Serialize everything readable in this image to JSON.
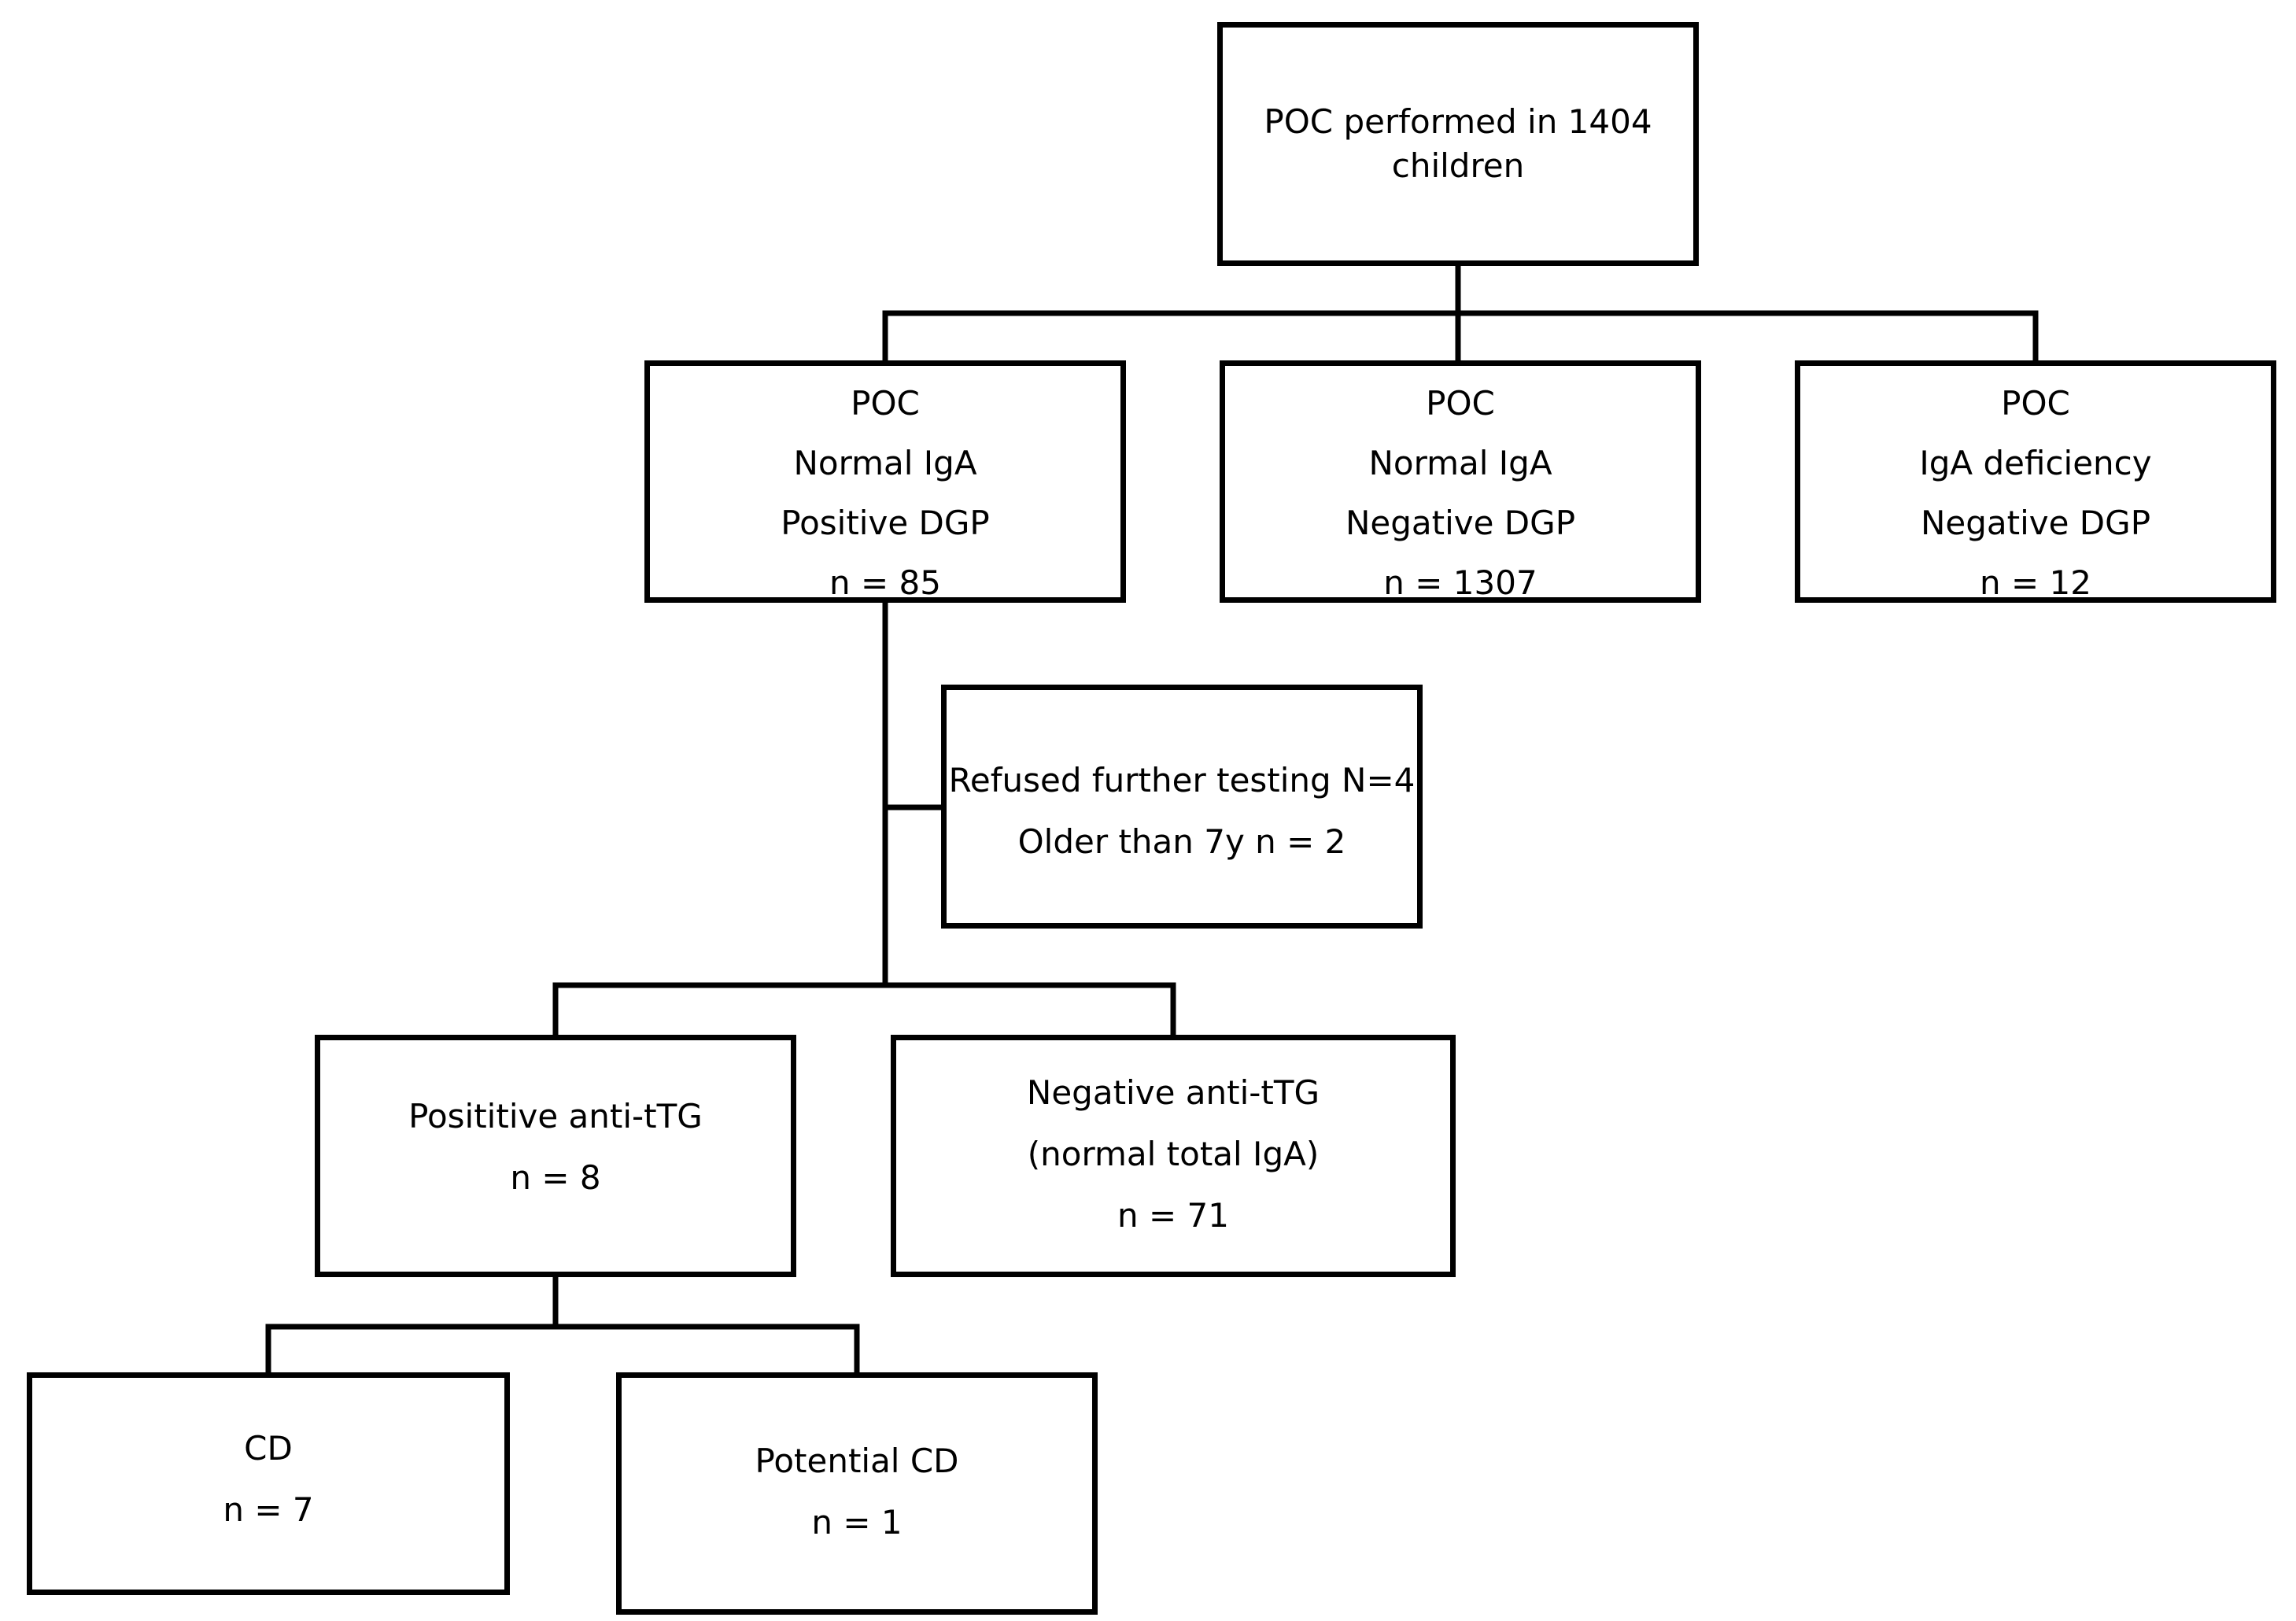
{
  "flowchart": {
    "root": {
      "lines": [
        "POC performed in 1404",
        "children"
      ]
    },
    "level2": [
      {
        "lines": [
          "POC",
          "Normal IgA",
          "Positive DGP",
          "n = 85"
        ]
      },
      {
        "lines": [
          "POC",
          "Normal IgA",
          "Negative DGP",
          "n = 1307"
        ]
      },
      {
        "lines": [
          "POC",
          "IgA deficiency",
          "Negative DGP",
          "n = 12"
        ]
      }
    ],
    "excluded": {
      "lines": [
        "Refused further testing N=4",
        "Older than 7y n = 2"
      ]
    },
    "level3": [
      {
        "lines": [
          "Posititive anti-tTG",
          "n = 8"
        ]
      },
      {
        "lines": [
          "Negative anti-tTG",
          "(normal total IgA)",
          "n = 71"
        ]
      }
    ],
    "level4": [
      {
        "lines": [
          "CD",
          "n = 7"
        ]
      },
      {
        "lines": [
          "Potential CD",
          "n = 1"
        ]
      }
    ]
  }
}
